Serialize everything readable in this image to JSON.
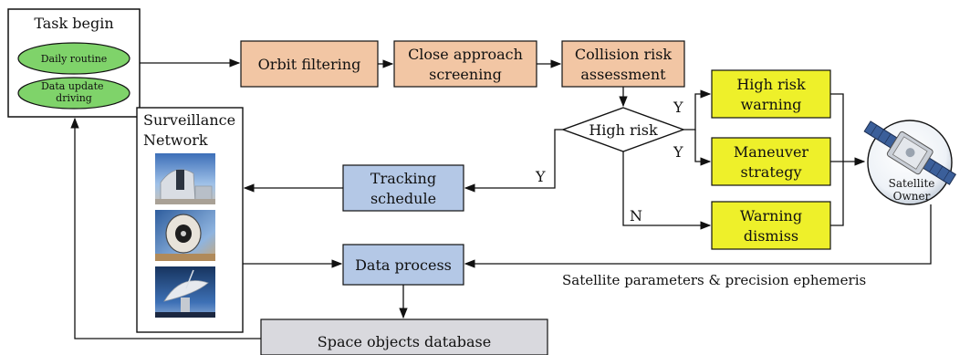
{
  "colors": {
    "process_orange": "#f2c6a4",
    "decision_yellow": "#eef02a",
    "tracking_blue": "#b4c8e6",
    "database_gray": "#d9d9de",
    "oval_green": "#7fd36a",
    "line": "#111111"
  },
  "task_begin": {
    "title": "Task begin",
    "items": [
      "Daily routine",
      "Data update driving"
    ]
  },
  "process": {
    "orbit_filtering": "Orbit filtering",
    "close_approach": [
      "Close approach",
      "screening"
    ],
    "collision_risk": [
      "Collision risk",
      "assessment"
    ]
  },
  "decision": {
    "label": "High risk",
    "yes": "Y",
    "no": "N"
  },
  "outcomes": {
    "high_risk_warning": [
      "High risk",
      "warning"
    ],
    "maneuver_strategy": [
      "Maneuver",
      "strategy"
    ],
    "warning_dismiss": [
      "Warning",
      "dismiss"
    ]
  },
  "satellite_owner": {
    "label": [
      "Satellite",
      "Owner"
    ],
    "icon": "satellite-icon"
  },
  "surveillance": {
    "title": [
      "Surveillance",
      "Network"
    ],
    "images": [
      "observatory-dome-photo",
      "radar-dish-photo",
      "antenna-photo"
    ]
  },
  "tracking": {
    "schedule": [
      "Tracking",
      "schedule"
    ],
    "data_process": "Data process"
  },
  "database": {
    "label": "Space objects database"
  },
  "annotations": {
    "ephemeris": "Satellite parameters & precision ephemeris"
  }
}
